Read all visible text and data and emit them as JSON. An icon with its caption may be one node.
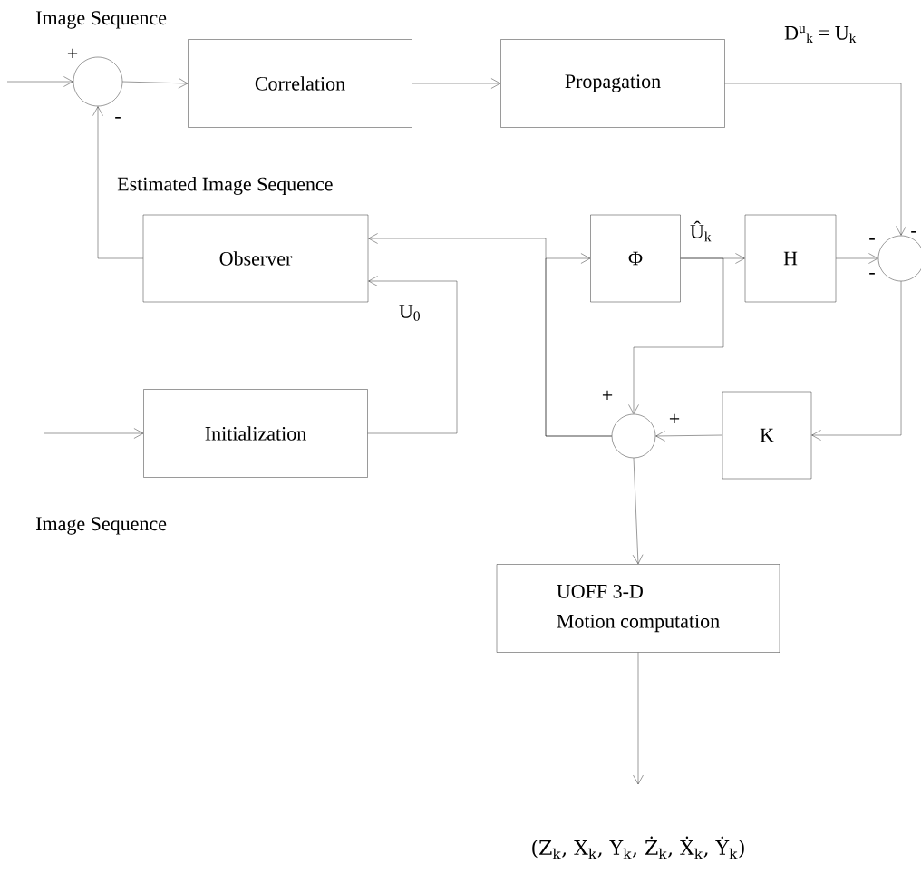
{
  "diagram": {
    "nodes": [
      {
        "text": [],
        "shape": "circle"
      },
      {
        "text": [
          "Correlation"
        ]
      },
      {
        "text": [
          "Propagation"
        ]
      },
      {
        "text": [
          "Observer"
        ]
      },
      {
        "text": [
          "Φ"
        ]
      },
      {
        "text": [
          "H"
        ]
      },
      {
        "text": [],
        "shape": "circle"
      },
      {
        "text": [
          "Initialization"
        ]
      },
      {
        "text": [],
        "shape": "circle"
      },
      {
        "text": [
          "K"
        ]
      },
      {
        "text": [
          "UOFF 3-D",
          "Motion computation"
        ]
      },
      {
        "text": [
          "(Z$_{k}$, X$_{k}$, Y$_{k}$, Ż$_{k}$, Ẋ$_{k}$, Ẏ$_{k}$)"
        ]
      }
    ],
    "edges": [
      {
        "from": null,
        "to": 0,
        "arrow": "to"
      },
      {
        "from": 0,
        "to": 1,
        "arrow": "to"
      },
      {
        "from": 1,
        "to": 2,
        "arrow": "to"
      },
      {
        "from": 2,
        "to": 6,
        "arrow": "to",
        "label": "D$^{u}$$_{k}$ = U$_{k}$"
      },
      {
        "from": 4,
        "to": 5,
        "arrow": "to",
        "label": "Û$_{k}$"
      },
      {
        "from": 5,
        "to": 6,
        "arrow": "to"
      },
      {
        "from": 6,
        "to": 9,
        "arrow": "to"
      },
      {
        "from": 9,
        "to": 8,
        "arrow": "to"
      },
      {
        "from": 4,
        "to": 8,
        "arrow": "to"
      },
      {
        "from": 8,
        "to": 3,
        "arrow": "to"
      },
      {
        "from": 8,
        "to": 4,
        "arrow": "to"
      },
      {
        "from": null,
        "to": 7,
        "arrow": "to"
      },
      {
        "from": 7,
        "to": 3,
        "arrow": "to",
        "label": "U$_{0}$"
      },
      {
        "from": 3,
        "to": 0,
        "arrow": "to"
      },
      {
        "from": 8,
        "to": 10,
        "arrow": "to"
      },
      {
        "from": 10,
        "to": 11,
        "arrow": "to"
      }
    ],
    "labels": [
      "Image Sequence",
      "+",
      "-",
      "Estimated Image Sequence",
      "-",
      "-",
      "-",
      "+",
      "+",
      "Image Sequence"
    ]
  }
}
